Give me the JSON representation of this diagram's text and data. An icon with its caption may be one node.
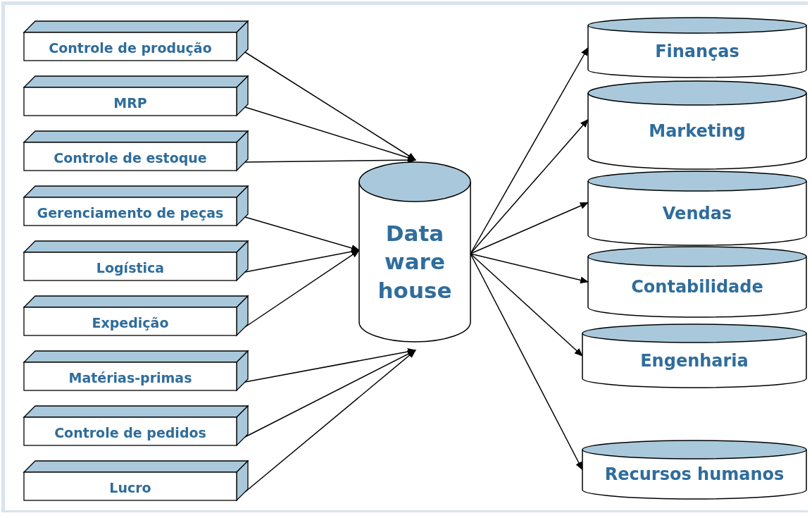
{
  "diagram": {
    "nodes": [
      {
        "text": [
          "Controle de  produção"
        ]
      },
      {
        "text": [
          "MRP"
        ]
      },
      {
        "text": [
          "Controle de estoque"
        ]
      },
      {
        "text": [
          "Gerenciamento de peças"
        ]
      },
      {
        "text": [
          "Logística"
        ]
      },
      {
        "text": [
          "Expedição"
        ]
      },
      {
        "text": [
          "Matérias-primas"
        ]
      },
      {
        "text": [
          "Controle de pedidos"
        ]
      },
      {
        "text": [
          "Lucro"
        ]
      },
      {
        "text": [
          "Data ware house"
        ]
      },
      {
        "text": [
          "Finanças"
        ]
      },
      {
        "text": [
          "Marketing"
        ]
      },
      {
        "text": [
          "Vendas"
        ]
      },
      {
        "text": [
          "Contabilidade"
        ]
      },
      {
        "text": [
          "Engenharia"
        ]
      },
      {
        "text": [
          "Recursos humanos"
        ]
      }
    ],
    "edges": [
      {
        "from": 0,
        "to": 9,
        "arrow": "to"
      },
      {
        "from": 1,
        "to": 9,
        "arrow": "to"
      },
      {
        "from": 2,
        "to": 9,
        "arrow": "to"
      },
      {
        "from": 3,
        "to": 9,
        "arrow": "to"
      },
      {
        "from": 4,
        "to": 9,
        "arrow": "to"
      },
      {
        "from": 5,
        "to": 9,
        "arrow": "to"
      },
      {
        "from": 6,
        "to": 9,
        "arrow": "to"
      },
      {
        "from": 7,
        "to": 9,
        "arrow": "to"
      },
      {
        "from": 8,
        "to": 9,
        "arrow": "to"
      },
      {
        "from": 9,
        "to": 10,
        "arrow": "to"
      },
      {
        "from": 9,
        "to": 11,
        "arrow": "to"
      },
      {
        "from": 9,
        "to": 12,
        "arrow": "to"
      },
      {
        "from": 9,
        "to": 13,
        "arrow": "to"
      },
      {
        "from": 9,
        "to": 14,
        "arrow": "to"
      },
      {
        "from": 9,
        "to": 15,
        "arrow": "to"
      }
    ]
  }
}
